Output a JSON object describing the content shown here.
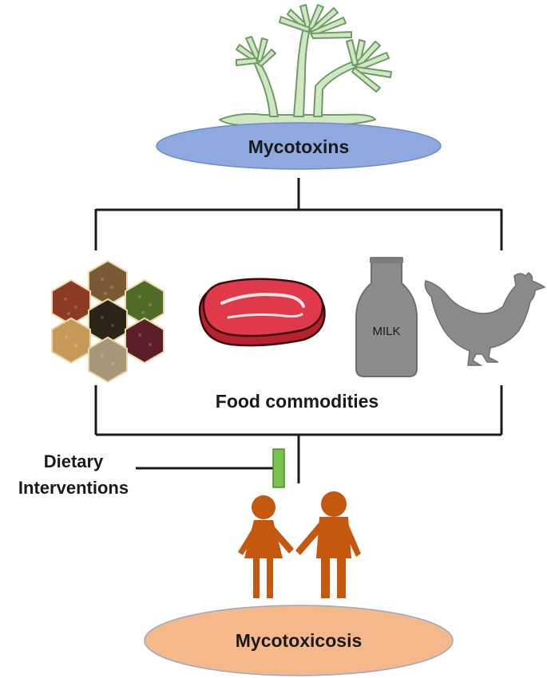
{
  "source": {
    "label": "Mycotoxins",
    "ellipse_color": "#8ea9df",
    "fungus_color": "#cfe8c2",
    "fungus_stroke": "#6f9a68"
  },
  "food": {
    "label": "Food commodities",
    "items": [
      {
        "name": "grains",
        "icon": "grain-hexagon-icon"
      },
      {
        "name": "meat",
        "icon": "meat-steak-icon"
      },
      {
        "name": "milk",
        "icon": "milk-bottle-icon",
        "text": "MILK"
      },
      {
        "name": "poultry",
        "icon": "chicken-icon"
      }
    ],
    "meat_color": "#e0394a",
    "milk_color": "#8c8c8c",
    "chicken_color": "#8a8a8a"
  },
  "intervention": {
    "label_line1": "Dietary",
    "label_line2": "Interventions",
    "bar_color": "#79c24b"
  },
  "outcome": {
    "label": "Mycotoxicosis",
    "ellipse_color": "#f5b88a",
    "people_color": "#c4580f"
  }
}
